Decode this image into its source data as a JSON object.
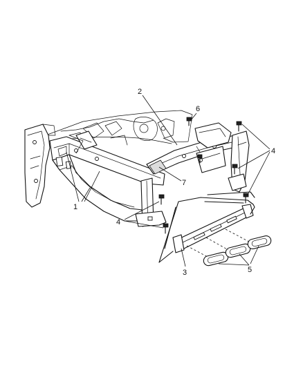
{
  "callouts": {
    "c1": "1",
    "c2": "2",
    "c3": "3",
    "c4a": "4",
    "c4b": "4",
    "c5": "5",
    "c6": "6",
    "c7": "7"
  }
}
